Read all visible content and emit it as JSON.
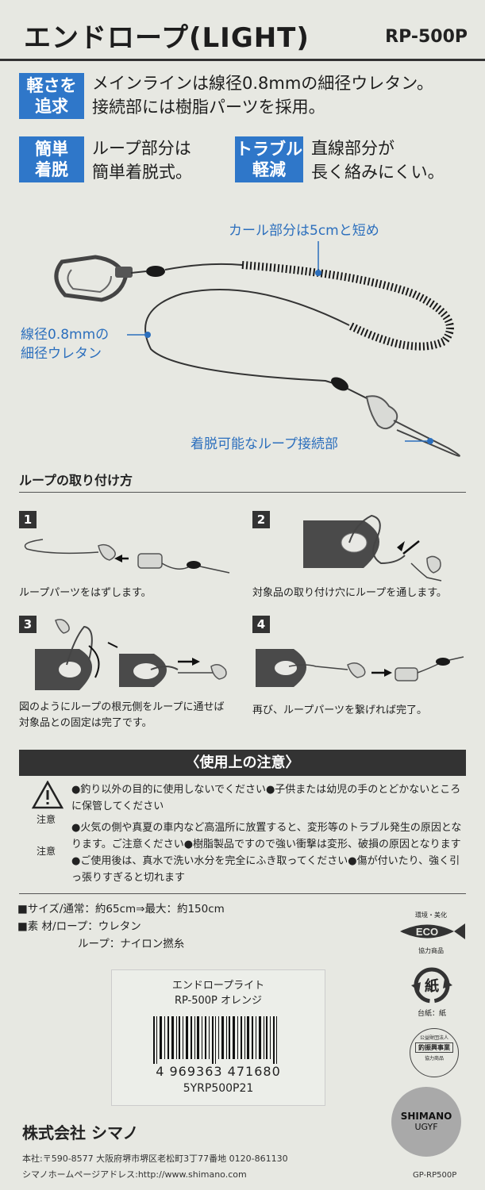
{
  "header": {
    "title": "エンドロープ(LIGHT)",
    "model": "RP-500P"
  },
  "features": [
    {
      "badge": [
        "軽さを",
        "追求"
      ],
      "text": [
        "メインラインは線径0.8mmの細径ウレタン。",
        "接続部には樹脂パーツを採用。"
      ]
    },
    {
      "badge": [
        "簡単",
        "着脱"
      ],
      "text": [
        "ループ部分は",
        "簡単着脱式。"
      ]
    },
    {
      "badge": [
        "トラブル",
        "軽減"
      ],
      "text": [
        "直線部分が",
        "長く絡みにくい。"
      ]
    }
  ],
  "diagram": {
    "curl_label": "カール部分は5cmと短め",
    "wire_label": [
      "線径0.8mmの",
      "細径ウレタン"
    ],
    "loop_label": "着脱可能なループ接続部"
  },
  "attach": {
    "title": "ループの取り付け方",
    "steps": [
      {
        "num": "1",
        "caption": "ループパーツをはずします。"
      },
      {
        "num": "2",
        "caption": "対象品の取り付け穴にループを通します。"
      },
      {
        "num": "3",
        "caption": "図のようにループの根元側をループに通せば対象品との固定は完了です。"
      },
      {
        "num": "4",
        "caption": "再び、ループパーツを繋げれば完了。"
      }
    ]
  },
  "caution": {
    "header": "〈使用上の注意〉",
    "label1": "注意",
    "label2": "注意",
    "text1": "●釣り以外の目的に使用しないでください●子供または幼児の手のとどかないところに保管してください",
    "text2": "●火気の側や真夏の車内など高温所に放置すると、変形等のトラブル発生の原因となります。ご注意ください●樹脂製品ですので強い衝撃は変形、破損の原因となります●ご使用後は、真水で洗い水分を完全にふき取ってください●傷が付いたり、強く引っ張りすぎると切れます"
  },
  "specs": {
    "size": "■サイズ/通常：約65cm⇒最大：約150cm",
    "material": "■素 材/ロープ：ウレタン",
    "loop": "ループ：ナイロン撚糸"
  },
  "barcode": {
    "name": "エンドロープライト",
    "variant": "RP-500P オレンジ",
    "digits": "4 969363 471680",
    "code": "5YRP500P21"
  },
  "marks": {
    "eco_top": "環境・美化",
    "eco_word": "ECO",
    "eco_bottom": "協力商品",
    "paper": "紙",
    "paper_caption": "台紙：紙",
    "assoc": "釣振興事業",
    "assoc_top": "公益財団法人",
    "assoc_bottom": "協力商品"
  },
  "footer": {
    "company": "株式会社 シマノ",
    "address": "本社:〒590-8577 大阪府堺市堺区老松町3丁77番地 0120-861130",
    "website": "シマノホームページアドレス:http://www.shimano.com",
    "badge_brand": "SHIMANO",
    "badge_code": "UGYF",
    "product_code": "GP-RP500P"
  },
  "colors": {
    "accent": "#2f77c9",
    "dark": "#333333",
    "background": "#e7e8e2"
  }
}
